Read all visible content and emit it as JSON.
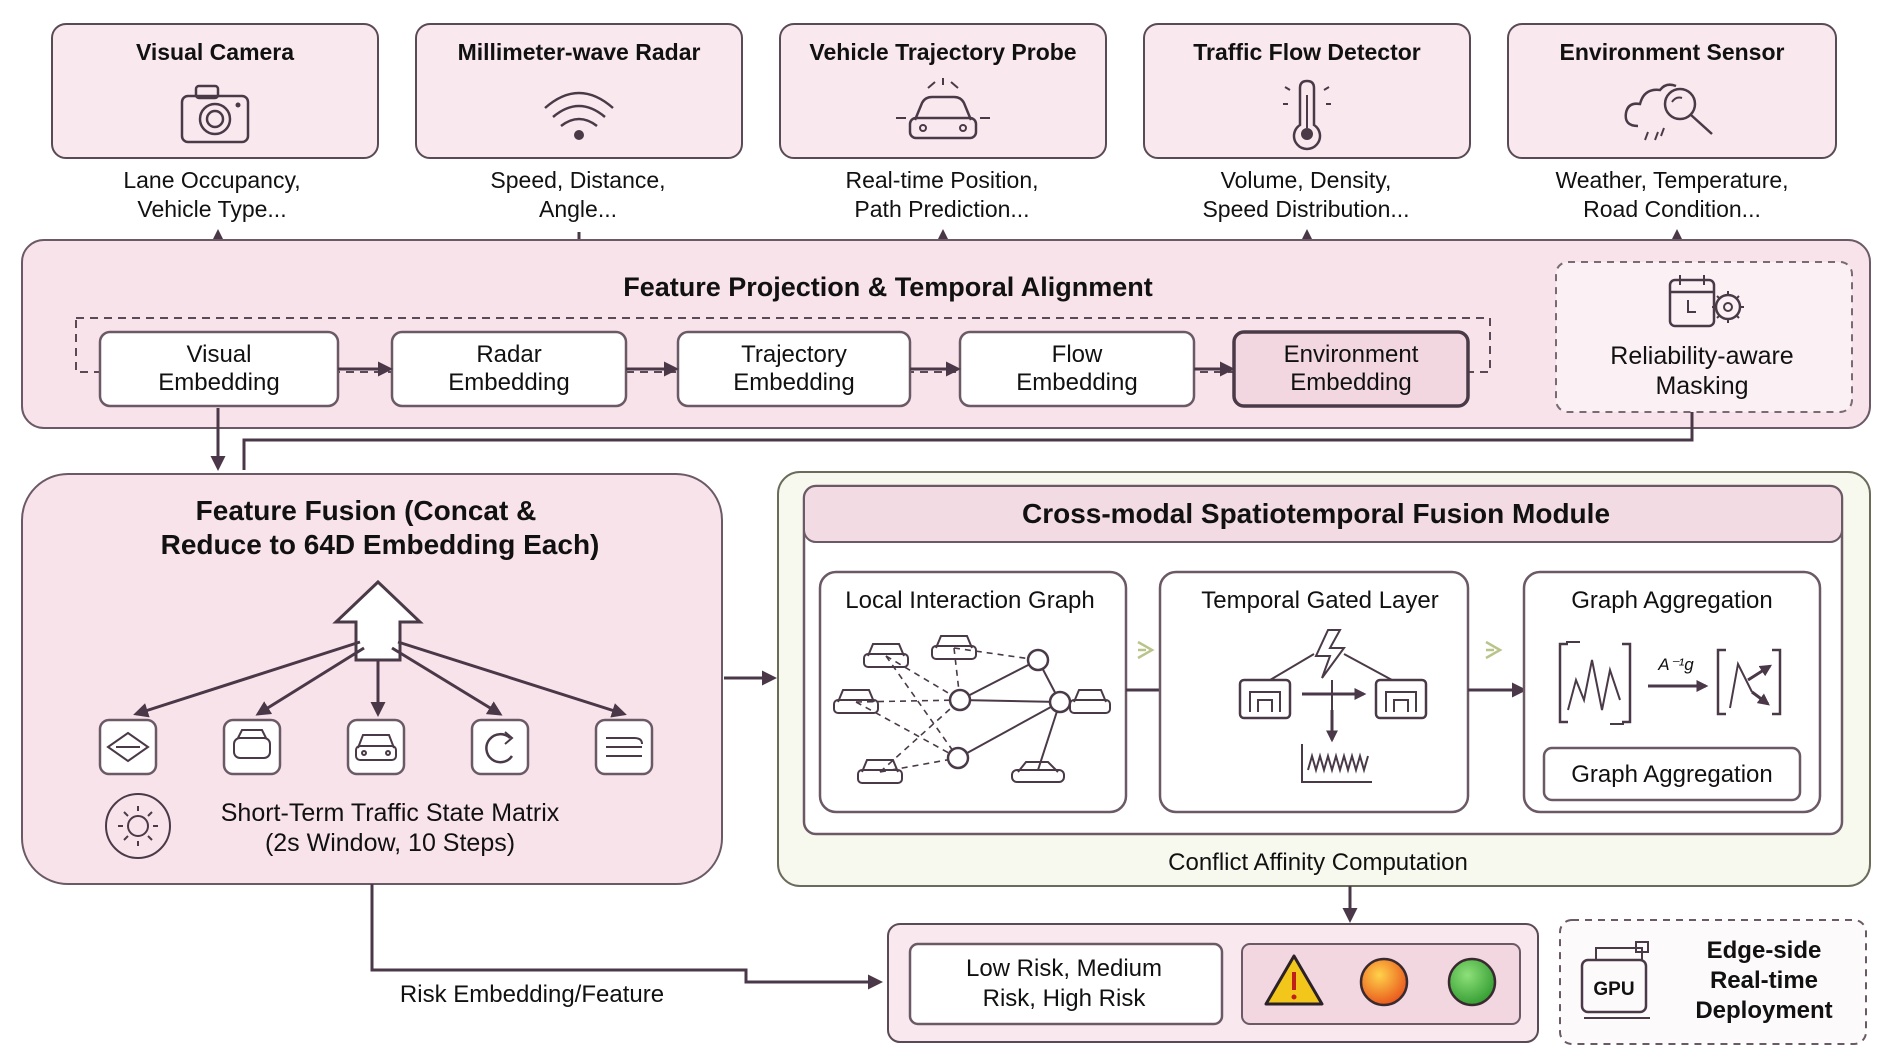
{
  "sensors": [
    {
      "title": "Visual Camera",
      "desc1": "Lane Occupancy,",
      "desc2": "Vehicle Type...",
      "icon": "camera-icon"
    },
    {
      "title": "Millimeter-wave Radar",
      "desc1": "Speed, Distance,",
      "desc2": "Angle...",
      "icon": "radar-wave-icon"
    },
    {
      "title": "Vehicle Trajectory Probe",
      "desc1": "Real-time Position,",
      "desc2": "Path Prediction...",
      "icon": "car-probe-icon"
    },
    {
      "title": "Traffic Flow Detector",
      "desc1": "Volume, Density,",
      "desc2": "Speed Distribution...",
      "icon": "thermometer-icon"
    },
    {
      "title": "Environment Sensor",
      "desc1": "Weather, Temperature,",
      "desc2": "Road Condition...",
      "icon": "cloud-search-icon"
    }
  ],
  "projection": {
    "title": "Feature Projection & Temporal Alignment",
    "embeddings": [
      {
        "l1": "Visual",
        "l2": "Embedding"
      },
      {
        "l1": "Radar",
        "l2": "Embedding"
      },
      {
        "l1": "Trajectory",
        "l2": "Embedding"
      },
      {
        "l1": "Flow",
        "l2": "Embedding"
      },
      {
        "l1": "Environment",
        "l2": "Embedding"
      }
    ],
    "masking_l1": "Reliability-aware",
    "masking_l2": "Masking"
  },
  "fusion": {
    "title1": "Feature Fusion (Concat &",
    "title2": "Reduce to 64D Embedding Each)",
    "matrix_l1": "Short-Term Traffic State Matrix",
    "matrix_l2": "(2s Window, 10 Steps)"
  },
  "cross_modal": {
    "title": "Cross-modal Spatiotemporal Fusion Module",
    "local_graph": "Local Interaction Graph",
    "temporal_layer": "Temporal Gated Layer",
    "graph_agg": "Graph Aggregation",
    "graph_agg_button": "Graph Aggregation",
    "agg_symbol": "A⁻¹g",
    "conflict": "Conflict Affinity Computation"
  },
  "output": {
    "risk_embedding": "Risk Embedding/Feature",
    "risk_l1": "Low Risk, Medium",
    "risk_l2": "Risk, High Risk",
    "gpu_label": "GPU",
    "edge_l1": "Edge-side",
    "edge_l2": "Real-time",
    "edge_l3": "Deployment"
  },
  "colors": {
    "panel_pink": "#f8e3ea",
    "sensor_pink": "#f9e9ee",
    "green_panel": "#f7f9ee",
    "arrow": "#4a3848",
    "warning": "#f3c61b",
    "orange": "#f08a1a",
    "green_light": "#3fae3a"
  }
}
